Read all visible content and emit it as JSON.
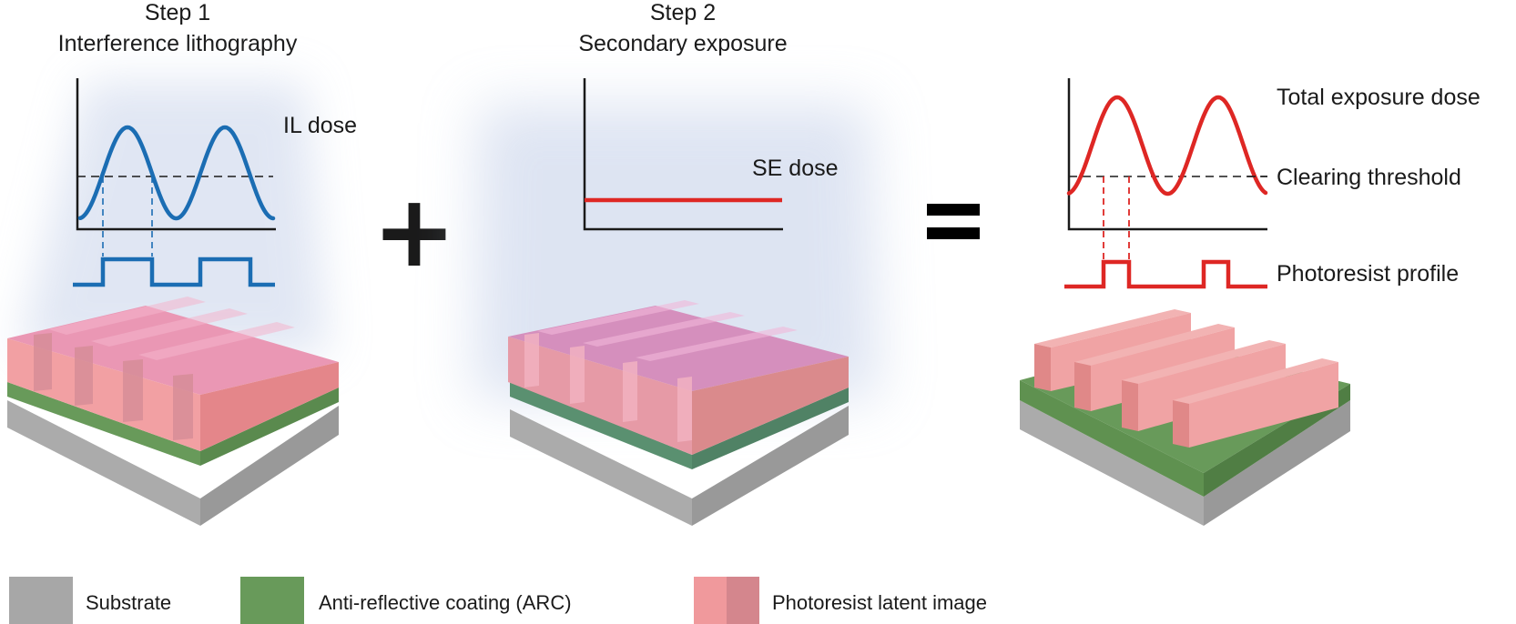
{
  "steps": [
    {
      "line1": "Step 1",
      "line2": "Interference lithography"
    },
    {
      "line1": "Step 2",
      "line2": "Secondary exposure"
    }
  ],
  "operators": {
    "plus": "+",
    "equals": "="
  },
  "curve_labels": {
    "il_dose": "IL dose",
    "se_dose": "SE dose",
    "total_dose": "Total exposure dose",
    "clearing_threshold": "Clearing threshold",
    "photoresist_profile": "Photoresist profile"
  },
  "legend": [
    {
      "label": "Substrate",
      "color": "#a7a7a7"
    },
    {
      "label": "Anti-reflective coating (ARC)",
      "color": "#689a5a"
    },
    {
      "label": "Photoresist latent image",
      "color": "#f0999c",
      "color2": "#d4868d"
    }
  ],
  "colors": {
    "il_curve": "#1b6db3",
    "total_curve": "#de2724",
    "axis": "#1a1a1a",
    "substrate": "#a7a7a7",
    "arc": "#689a5a",
    "resist": "#f09a9a",
    "glow": "#c8d3ea"
  }
}
